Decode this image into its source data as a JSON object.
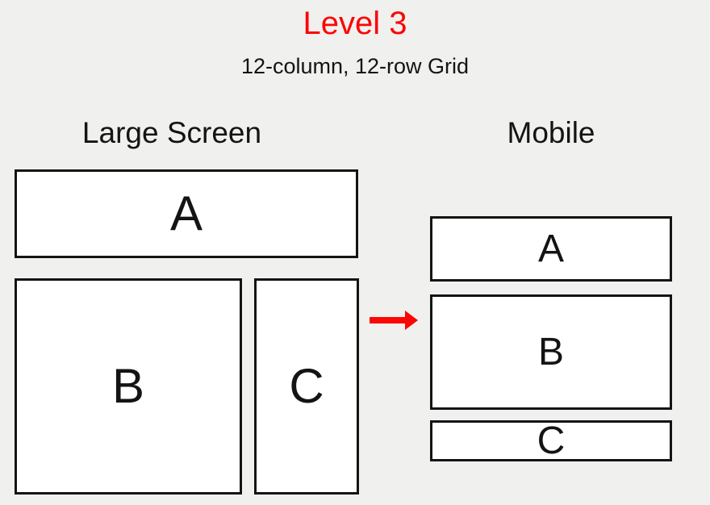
{
  "page": {
    "title": "Level 3",
    "subtitle": "12-column, 12-row Grid"
  },
  "colors": {
    "accent_red": "#fb0505",
    "background": "#f0f0ee",
    "box_fill": "#ffffff",
    "box_border": "#141414",
    "text": "#141414"
  },
  "large_screen": {
    "heading": "Large Screen",
    "boxes": [
      {
        "label": "A"
      },
      {
        "label": "B"
      },
      {
        "label": "C"
      }
    ]
  },
  "mobile": {
    "heading": "Mobile",
    "boxes": [
      {
        "label": "A"
      },
      {
        "label": "B"
      },
      {
        "label": "C"
      }
    ]
  },
  "arrow": {
    "icon": "arrow-right-icon",
    "direction": "right"
  }
}
